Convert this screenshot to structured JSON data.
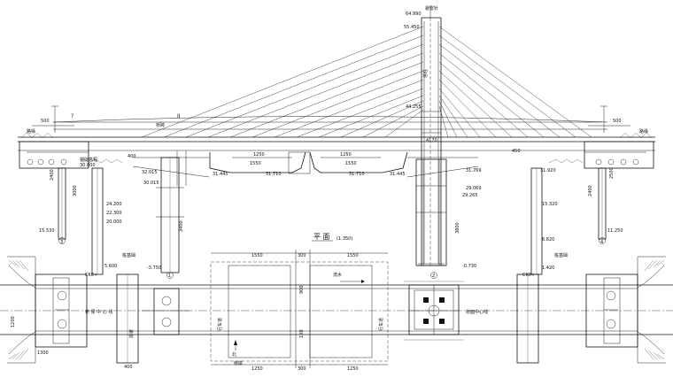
{
  "elevation": {
    "tower_top_elev": "64.990",
    "tower_top_note": "避雷针",
    "tower_upper_elev": "55.450",
    "tower_anchor_elev": "44.255",
    "tower_deck_dim": "4170",
    "tower_deck_label": "塔柱",
    "left_abut_dim": "500",
    "left_abut_label": "路缘",
    "right_abut_dim": "500",
    "right_abut_label": "路缘",
    "section_mark": "? ",
    "section_mark_ii": "II",
    "span_left_label": "桥跨",
    "deck_elev_left": "32.015",
    "deck_elev_left2": "30.015",
    "deck_elev_left3": "31.445",
    "deck_elev_mid": "31.710",
    "deck_elev_mid2": "31.710",
    "deck_elev_right": "31.445",
    "deck_elev_right2": "31.769",
    "deck_elev_right3": "29.069",
    "span_1250_left": "1250",
    "span_1550_left": "1550",
    "span_1250_right": "1250",
    "span_1550_right": "1550",
    "box_dim_400": "400",
    "right_450": "450",
    "left_elev_30": "30.800",
    "left_elev_lab": "锚碇高程",
    "left_pile_elev1": "24.200",
    "left_pile_elev2": "22.300",
    "left_pile_elev3": "20.000",
    "left_pile_bot": "15.530",
    "left_pile_bot2": "5.600",
    "left_pile_len": "2400",
    "left_pile_len2": "3000",
    "left_pier_len": "3400",
    "left_pier_bot": "-3.750",
    "center_pier_len": "3800",
    "center_pier_bot": "-0.730",
    "center_pile_elev": "29.265",
    "right_elev_31": "31.920",
    "right_pile_elev1": "15.320",
    "right_pile_elev2": "6.820",
    "right_pile_bot": "1.420",
    "right_pile_len": "2400",
    "right_pile_bot2": "11.250",
    "right_pile_len3": "2500",
    "abut_left_label": "CK0+",
    "abut_left_label2": "CK0+",
    "pile_note": "桩基础",
    "pile_note2": "桩基础",
    "plan_title": "平  面",
    "plan_scale": "(1:350)",
    "tag_1": "1",
    "tag_2": "2",
    "tag_3": "3",
    "tag_4": "4",
    "tag_a": "①",
    "tag_b": "②",
    "tag_c": "③"
  },
  "plan": {
    "dim_1550_left": "1550",
    "dim_300_mid": "300",
    "dim_1550_right": "1550",
    "dim_1250_left": "1250",
    "dim_300_mid2": "300",
    "dim_1250_right": "1250",
    "dim_900": "900",
    "dim_400": "400",
    "dim_1200": "1200",
    "dim_1300": "1300",
    "dim_100": "100",
    "road_label": "桥 梁 中 心 线",
    "road_label_v": "桥面中心线",
    "lane_label": "行车道",
    "lane_label2": "行车道",
    "north_label": "北",
    "north_sub": "南岸",
    "left_bank": "岸坡",
    "arrow_label": "流水"
  }
}
